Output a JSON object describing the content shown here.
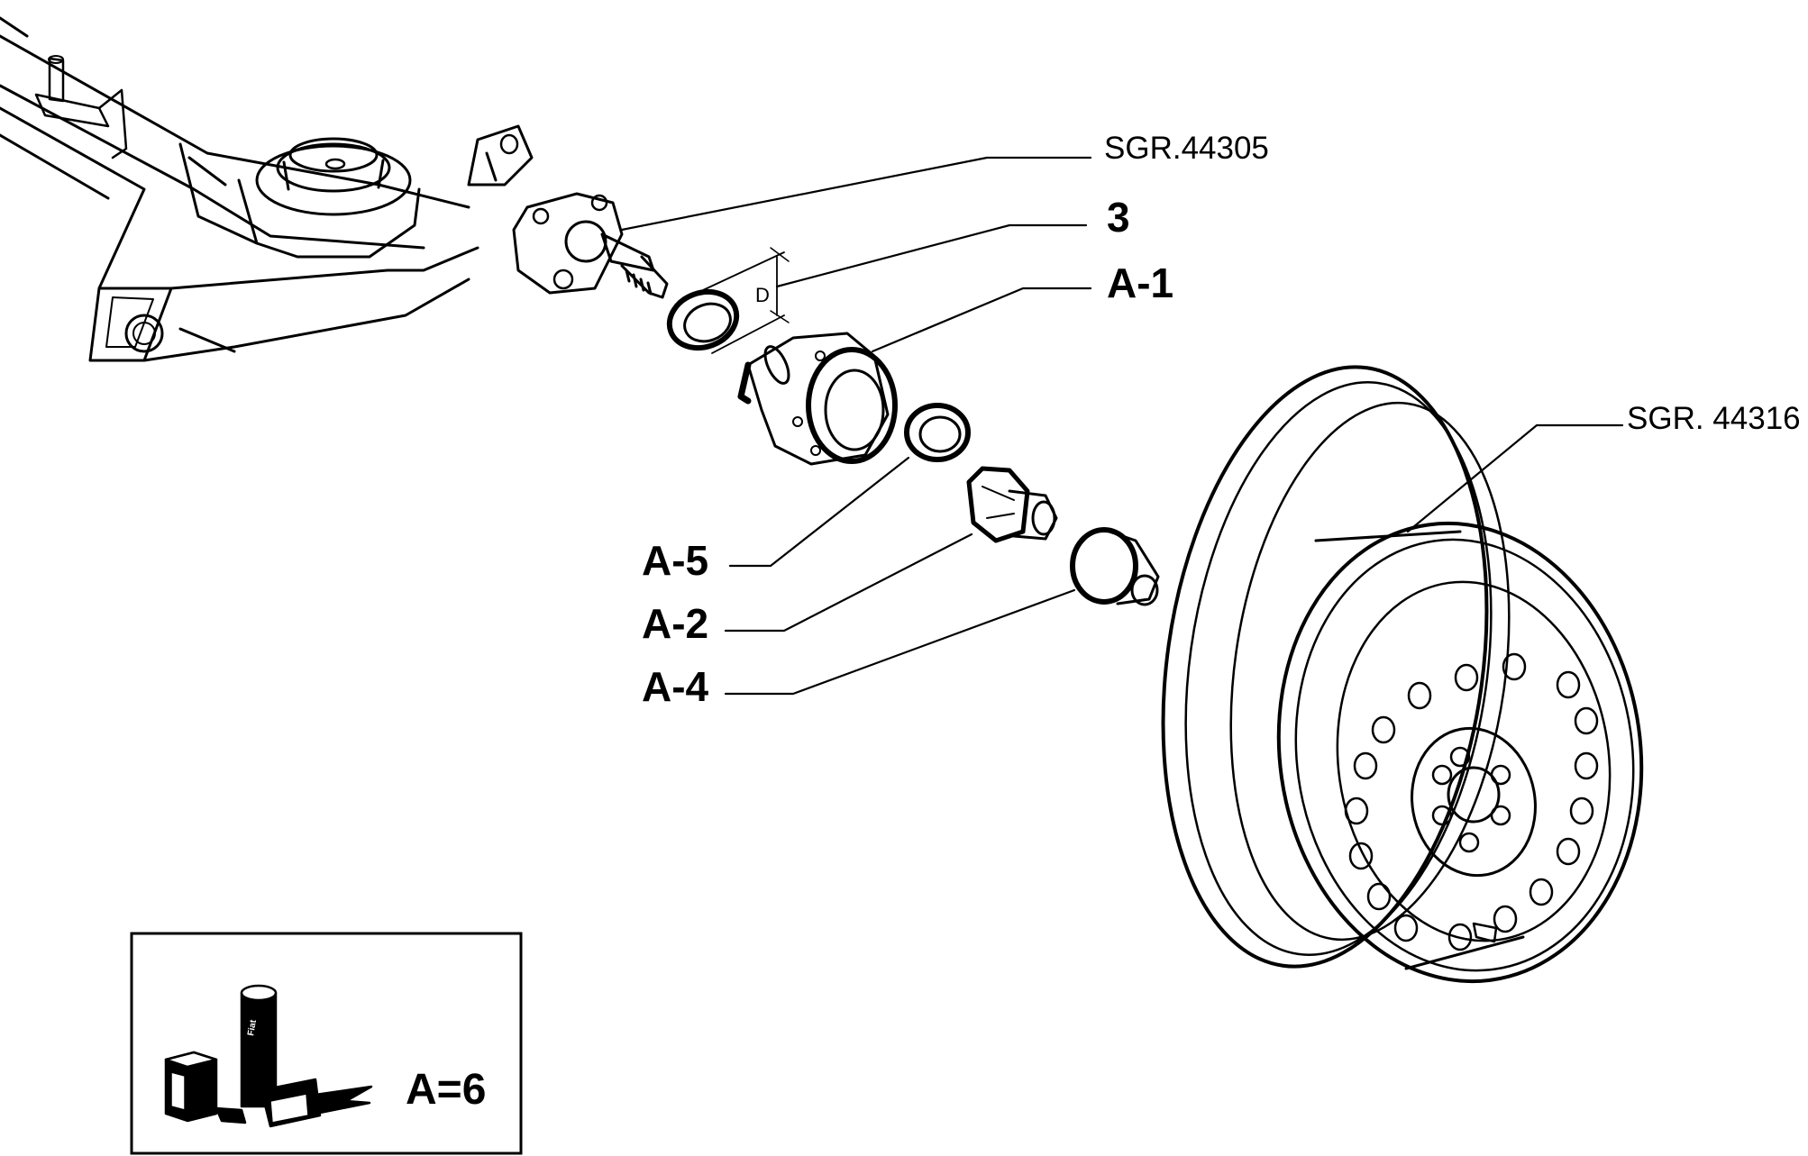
{
  "callouts": {
    "sgr_44305": "SGR.44305",
    "part_3": "3",
    "a1": "A-1",
    "sgr_44316": "SGR. 44316",
    "a5": "A-5",
    "a2": "A-2",
    "a4": "A-4"
  },
  "dimension_label": "D",
  "kit_box": {
    "label": "A=6",
    "logo_text": "Fiat"
  },
  "colors": {
    "ink": "#000000",
    "paper": "#ffffff"
  }
}
